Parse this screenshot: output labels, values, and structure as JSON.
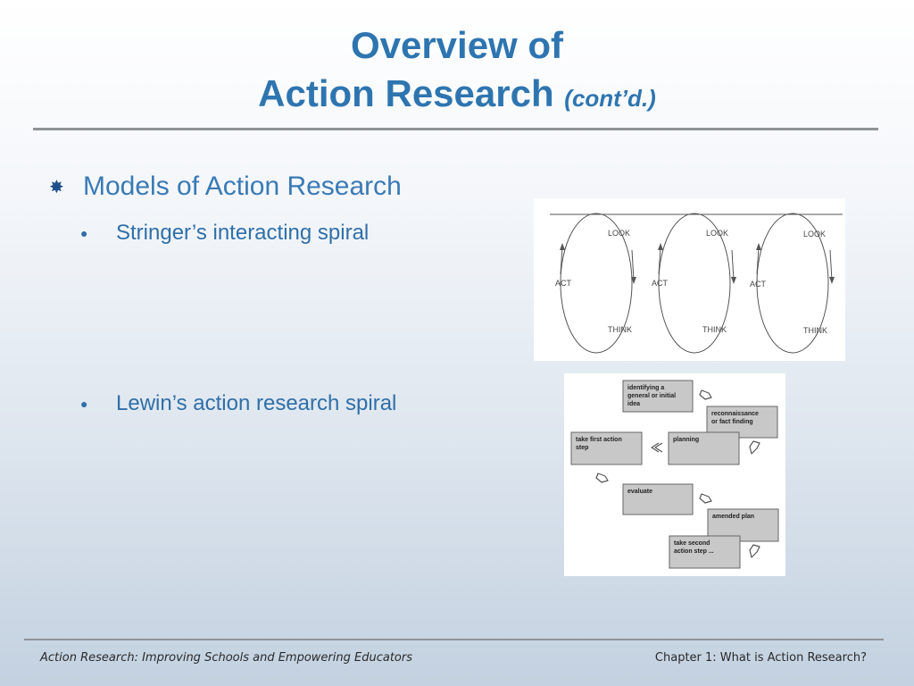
{
  "slide": {
    "title_line1": "Overview of",
    "title_line2": "Action Research",
    "title_suffix": "(cont’d.)",
    "main_bullet": "Models of Action Research",
    "sub_bullets": [
      "Stringer’s interacting spiral",
      "Lewin’s action research spiral"
    ]
  },
  "stringer_figure": {
    "cycles": [
      {
        "look": "LOOK",
        "act": "ACT",
        "think": "THINK"
      },
      {
        "look": "LOOK",
        "act": "ACT",
        "think": "THINK"
      },
      {
        "look": "LOOK",
        "act": "ACT",
        "think": "THINK"
      }
    ]
  },
  "lewin_figure": {
    "boxes": {
      "idea": [
        "identifying a",
        "general or initial",
        "idea"
      ],
      "recon": [
        "reconnaissance",
        "or fact finding"
      ],
      "planning": [
        "planning"
      ],
      "first_step": [
        "take first action",
        "step"
      ],
      "evaluate": [
        "evaluate"
      ],
      "amended": [
        "amended plan"
      ],
      "second_step": [
        "take second",
        "action step ..."
      ]
    }
  },
  "footer": {
    "left": "Action Research:  Improving Schools and Empowering Educators",
    "right": "Chapter 1:  What is Action Research?"
  },
  "colors": {
    "title": "#2e75b0",
    "bullet_text": "#3a7ab4",
    "rule": "#8f9398"
  }
}
